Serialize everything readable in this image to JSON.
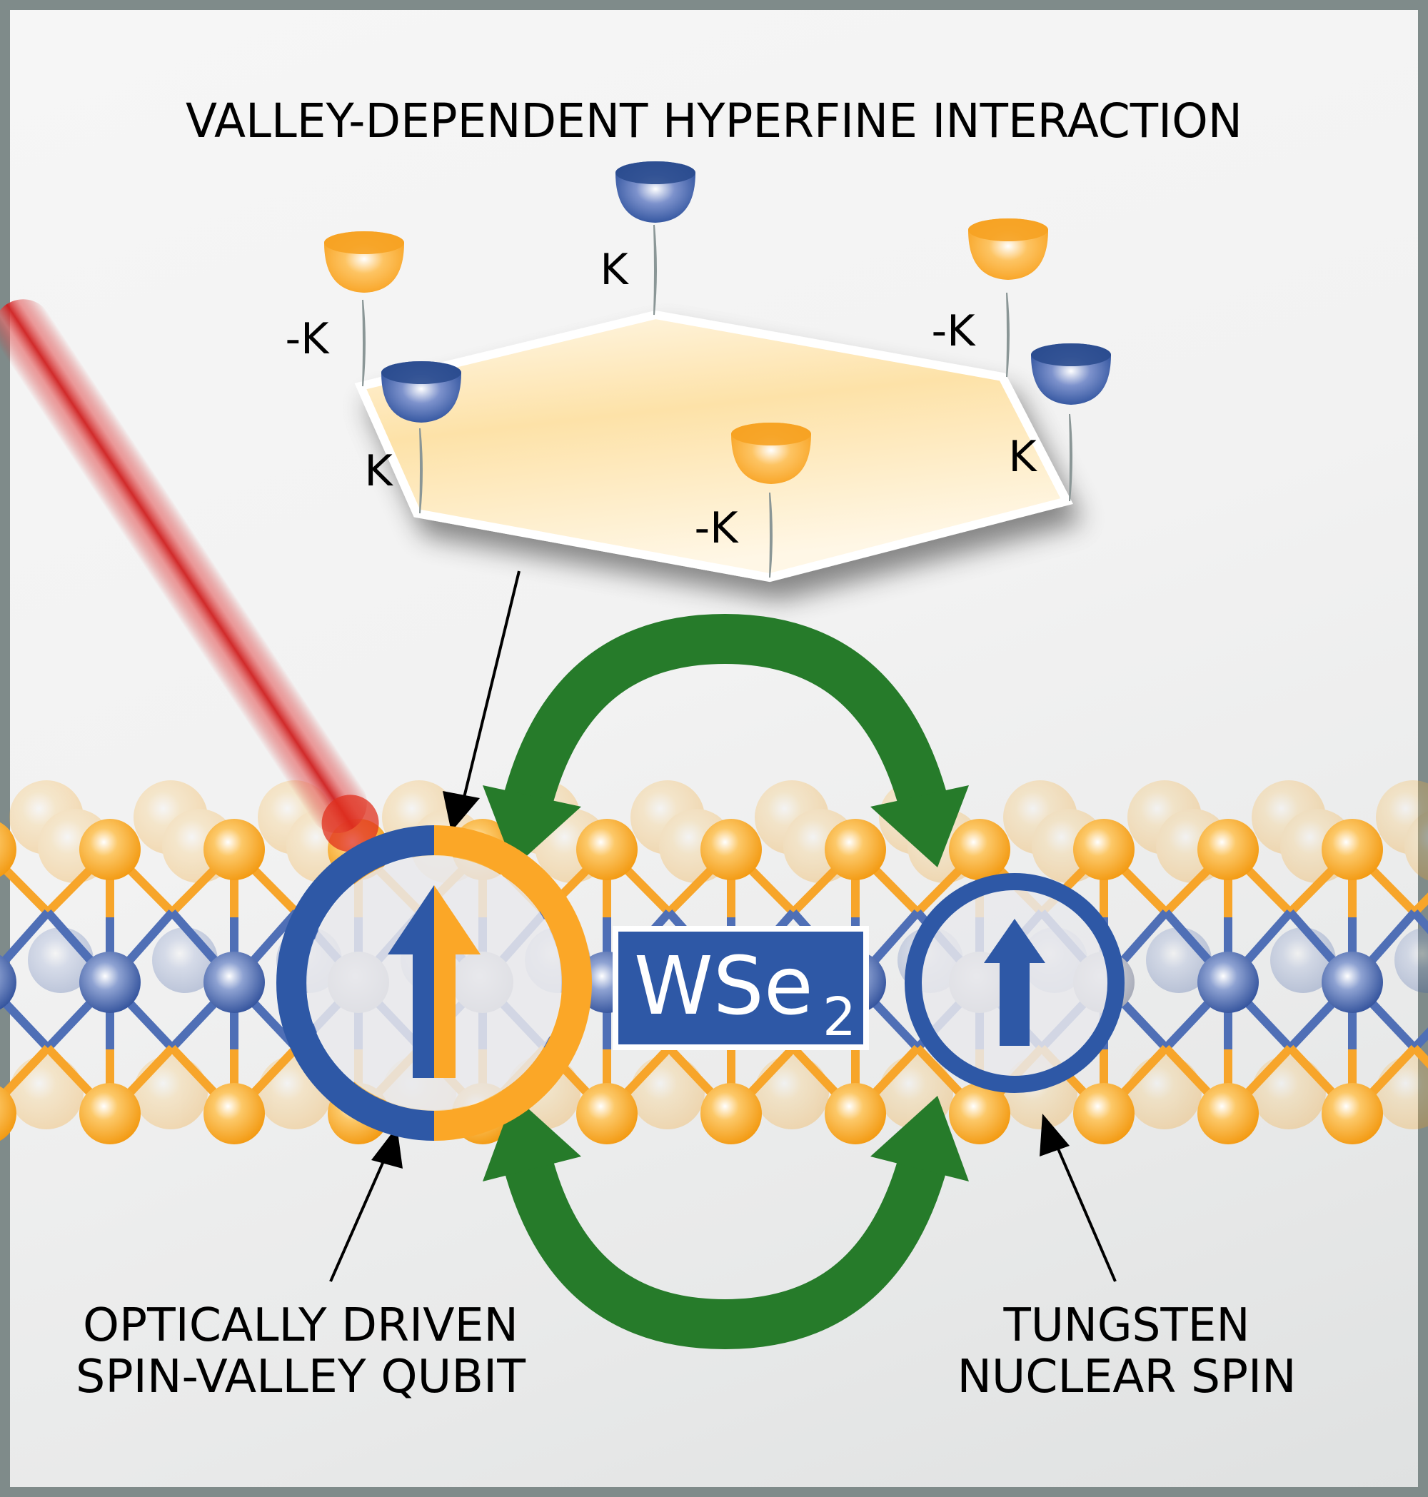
{
  "title": "VALLEY-DEPENDENT HYPERFINE INTERACTION",
  "material_label": {
    "main": "WSe",
    "subscript": "2"
  },
  "valleys": [
    {
      "label": "K",
      "color": "blue"
    },
    {
      "label": "-K",
      "color": "orange"
    },
    {
      "label": "-K",
      "color": "orange"
    },
    {
      "label": "K",
      "color": "blue"
    },
    {
      "label": "-K",
      "color": "orange"
    },
    {
      "label": "K",
      "color": "blue"
    }
  ],
  "left_caption": {
    "line1": "OPTICALLY DRIVEN",
    "line2": "SPIN-VALLEY QUBIT"
  },
  "right_caption": {
    "line1": "TUNGSTEN",
    "line2": "NUCLEAR SPIN"
  },
  "colors": {
    "blue": "#2e58a6",
    "orange": "#fba727",
    "green": "#267b2a",
    "laser_red": "#cf1f1f",
    "frame": "#7f8b8a"
  }
}
